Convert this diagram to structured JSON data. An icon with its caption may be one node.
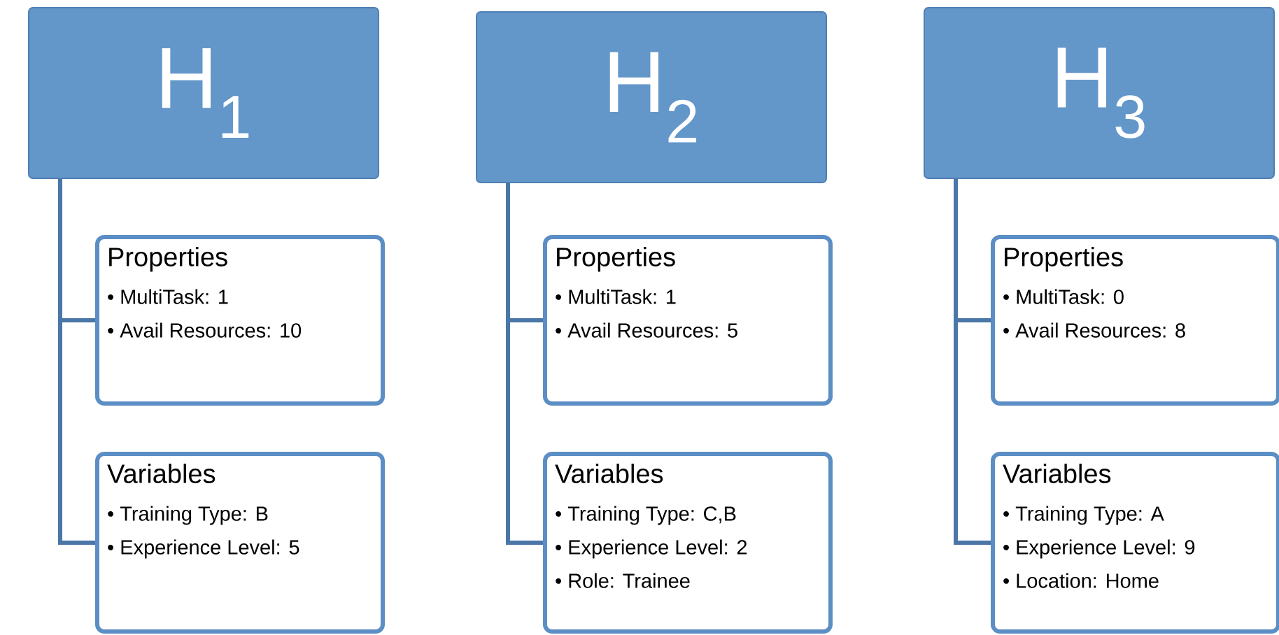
{
  "diagram": {
    "nodes": [
      {
        "text": [
          "H$_{1}$"
        ]
      },
      {
        "text": [
          "Properties",
          "• MultiTask: 1",
          "• Avail Resources: 10"
        ]
      },
      {
        "text": [
          "Variables",
          "• Training Type: B",
          "• Experience Level: 5"
        ]
      },
      {
        "text": [
          "H$_{2}$"
        ]
      },
      {
        "text": [
          "Properties",
          "• MultiTask: 1",
          "• Avail Resources: 5"
        ]
      },
      {
        "text": [
          "Variables",
          "• Training Type: C,B",
          "• Experience Level: 2",
          "• Role: Trainee"
        ]
      },
      {
        "text": [
          "H$_{3}$"
        ]
      },
      {
        "text": [
          "Properties",
          "• MultiTask: 0",
          "• Avail Resources: 8"
        ]
      },
      {
        "text": [
          "Variables",
          "• Training Type: A",
          "• Experience Level: 9",
          "• Location: Home"
        ]
      }
    ],
    "edges": [
      {
        "from": 0,
        "to": 1,
        "arrow": "none"
      },
      {
        "from": 0,
        "to": 2,
        "arrow": "none"
      },
      {
        "from": 3,
        "to": 4,
        "arrow": "none"
      },
      {
        "from": 3,
        "to": 5,
        "arrow": "none"
      },
      {
        "from": 6,
        "to": 7,
        "arrow": "none"
      },
      {
        "from": 6,
        "to": 8,
        "arrow": "none"
      }
    ]
  }
}
